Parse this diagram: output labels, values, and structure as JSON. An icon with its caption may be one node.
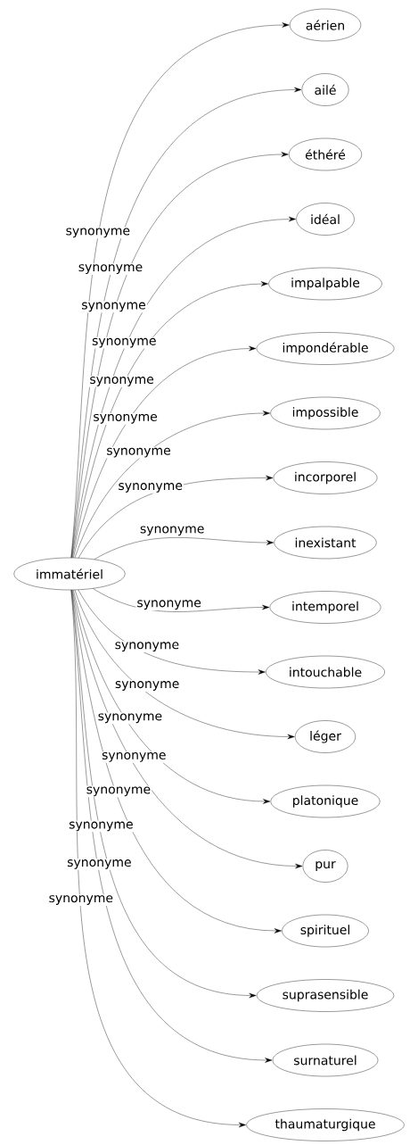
{
  "diagram": {
    "nodes": [
      {
        "text": [
          "immatériel"
        ]
      },
      {
        "text": [
          "aérien"
        ]
      },
      {
        "text": [
          "ailé"
        ]
      },
      {
        "text": [
          "éthéré"
        ]
      },
      {
        "text": [
          "idéal"
        ]
      },
      {
        "text": [
          "impalpable"
        ]
      },
      {
        "text": [
          "impondérable"
        ]
      },
      {
        "text": [
          "impossible"
        ]
      },
      {
        "text": [
          "incorporel"
        ]
      },
      {
        "text": [
          "inexistant"
        ]
      },
      {
        "text": [
          "intemporel"
        ]
      },
      {
        "text": [
          "intouchable"
        ]
      },
      {
        "text": [
          "léger"
        ]
      },
      {
        "text": [
          "platonique"
        ]
      },
      {
        "text": [
          "pur"
        ]
      },
      {
        "text": [
          "spirituel"
        ]
      },
      {
        "text": [
          "suprasensible"
        ]
      },
      {
        "text": [
          "surnaturel"
        ]
      },
      {
        "text": [
          "thaumaturgique"
        ]
      }
    ],
    "edges": [
      {
        "from": 0,
        "to": 1,
        "arrow": "to",
        "label": "synonyme"
      },
      {
        "from": 0,
        "to": 2,
        "arrow": "to",
        "label": "synonyme"
      },
      {
        "from": 0,
        "to": 3,
        "arrow": "to",
        "label": "synonyme"
      },
      {
        "from": 0,
        "to": 4,
        "arrow": "to",
        "label": "synonyme"
      },
      {
        "from": 0,
        "to": 5,
        "arrow": "to",
        "label": "synonyme"
      },
      {
        "from": 0,
        "to": 6,
        "arrow": "to",
        "label": "synonyme"
      },
      {
        "from": 0,
        "to": 7,
        "arrow": "to",
        "label": "synonyme"
      },
      {
        "from": 0,
        "to": 8,
        "arrow": "to",
        "label": "synonyme"
      },
      {
        "from": 0,
        "to": 9,
        "arrow": "to",
        "label": "synonyme"
      },
      {
        "from": 0,
        "to": 10,
        "arrow": "to",
        "label": "synonyme"
      },
      {
        "from": 0,
        "to": 11,
        "arrow": "to",
        "label": "synonyme"
      },
      {
        "from": 0,
        "to": 12,
        "arrow": "to",
        "label": "synonyme"
      },
      {
        "from": 0,
        "to": 13,
        "arrow": "to",
        "label": "synonyme"
      },
      {
        "from": 0,
        "to": 14,
        "arrow": "to",
        "label": "synonyme"
      },
      {
        "from": 0,
        "to": 15,
        "arrow": "to",
        "label": "synonyme"
      },
      {
        "from": 0,
        "to": 16,
        "arrow": "to",
        "label": "synonyme"
      },
      {
        "from": 0,
        "to": 17,
        "arrow": "to",
        "label": "synonyme"
      },
      {
        "from": 0,
        "to": 18,
        "arrow": "to",
        "label": "synonyme"
      }
    ]
  }
}
